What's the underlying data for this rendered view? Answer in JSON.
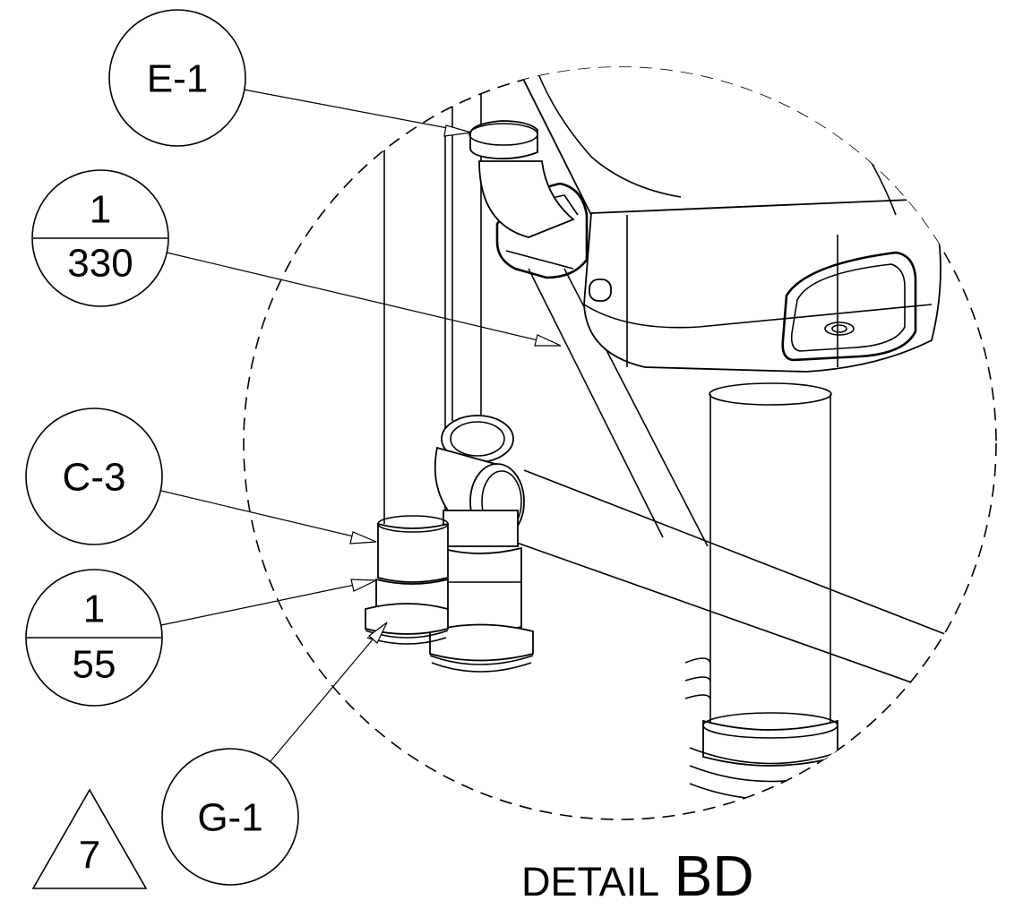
{
  "callouts": {
    "e1": "E-1",
    "fraction1": {
      "numerator": "1",
      "denominator": "330"
    },
    "c3": "C-3",
    "fraction2": {
      "numerator": "1",
      "denominator": "55"
    },
    "g1": "G-1"
  },
  "revision_triangle": "7",
  "detail_label": {
    "prefix": "DETAIL",
    "id": "BD"
  }
}
